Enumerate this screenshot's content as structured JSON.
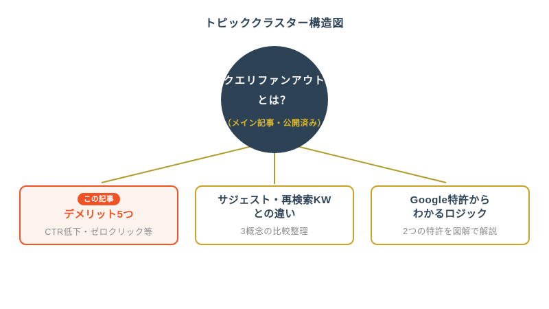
{
  "title": "トピッククラスター構造図",
  "hub": {
    "line1": "クエリファンアウト",
    "line2": "とは？",
    "note": "（メイン記事・公開済み）"
  },
  "nodes": [
    {
      "badge": "この記事",
      "title": "デメリット5つ",
      "subtitle": "CTR低下・ゼロクリック等",
      "highlighted": true
    },
    {
      "title_line1": "サジェスト・再検索KW",
      "title_line2": "との違い",
      "subtitle": "3概念の比較整理",
      "highlighted": false
    },
    {
      "title_line1": "Google特許から",
      "title_line2": "わかるロジック",
      "subtitle": "2つの特許を図解で解説",
      "highlighted": false
    }
  ],
  "colors": {
    "dark_navy": "#2d4355",
    "gold_border": "#c9a227",
    "connector_line": "#b09b2b",
    "accent_orange": "#f05224",
    "highlight_bg": "#fdf3ee",
    "subtitle_gray": "#8b8b8b",
    "note_yellow": "#d9b62b",
    "white": "#ffffff"
  }
}
